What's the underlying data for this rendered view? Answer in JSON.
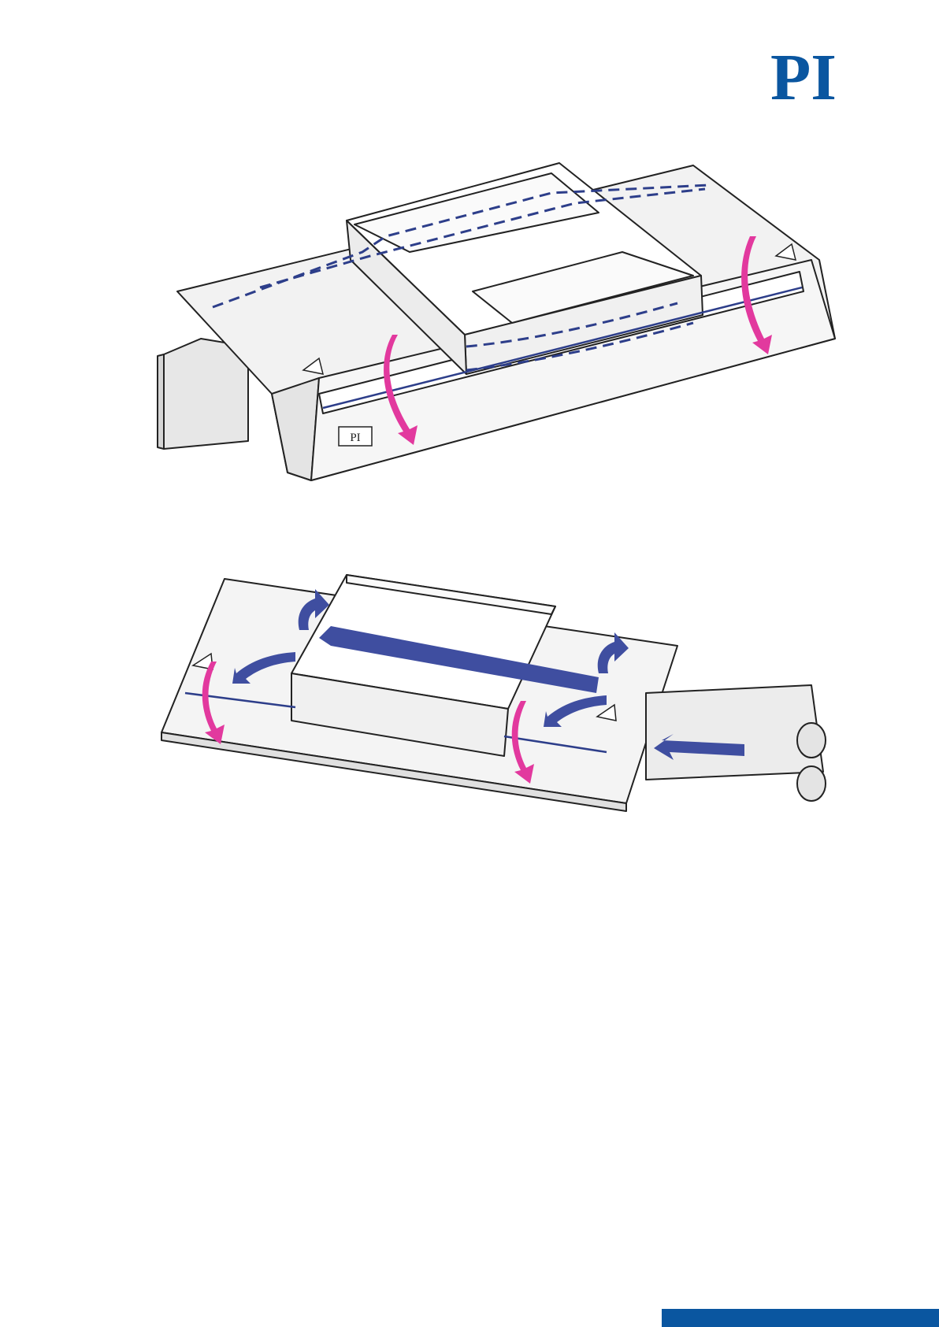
{
  "header": {
    "logo_text": "PI",
    "logo_color": "#0a56a0"
  },
  "figures": {
    "top": {
      "name": "stage-cable-routing-top-view",
      "label_plate": "PI",
      "arrow_color": "#e2399e",
      "cable_color": "#2d3e8a"
    },
    "bottom": {
      "name": "stage-motion-direction-view",
      "arrow_color": "#e2399e",
      "secondary_arrow_color": "#3f4ea0",
      "cable_color": "#2d3e8a"
    }
  },
  "footer": {
    "bar_color": "#0a56a0"
  }
}
